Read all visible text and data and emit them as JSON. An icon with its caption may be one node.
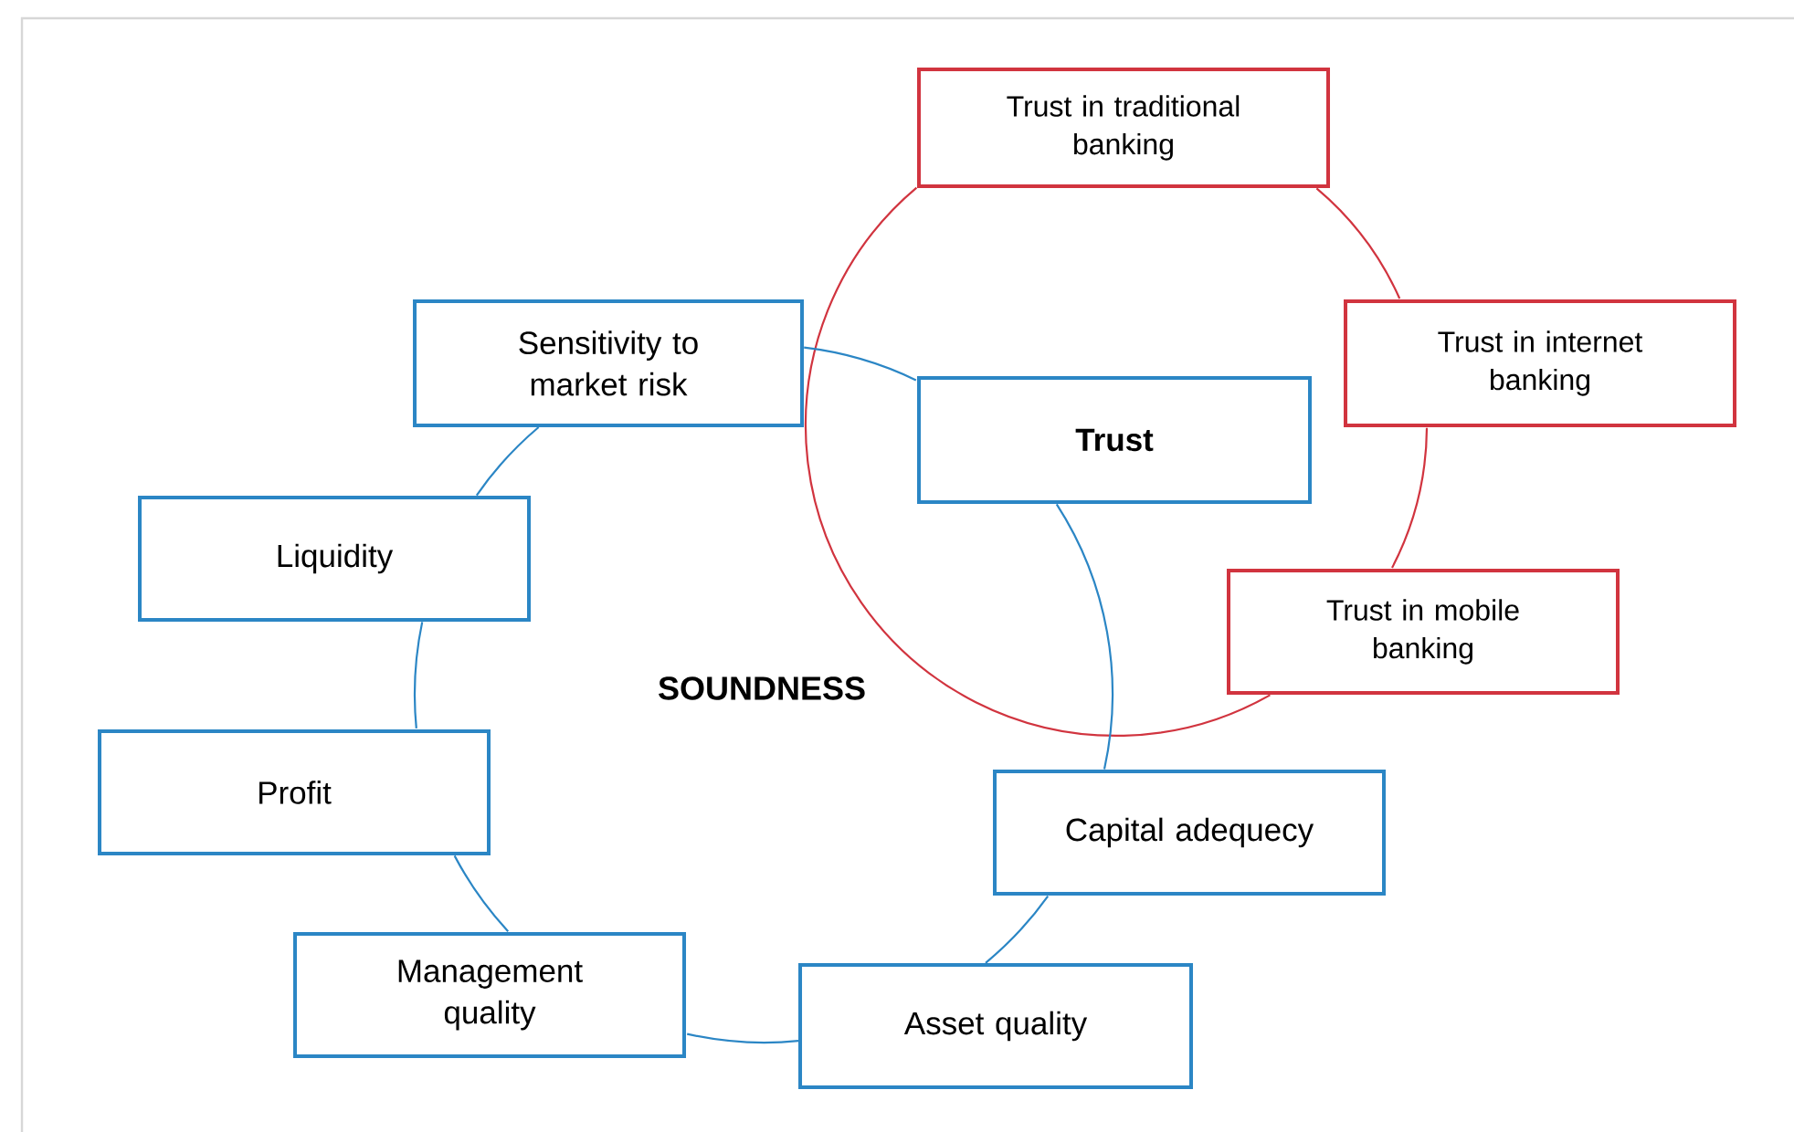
{
  "diagram": {
    "nodes": [
      {
        "text": [
          "Trust in traditional banking"
        ]
      },
      {
        "text": [
          "Sensitivity to market risk"
        ]
      },
      {
        "text": [
          "Trust"
        ]
      },
      {
        "text": [
          "Trust in internet banking"
        ]
      },
      {
        "text": [
          "Liquidity"
        ]
      },
      {
        "text": [
          "Trust in mobile banking"
        ]
      },
      {
        "text": [
          "Profit"
        ]
      },
      {
        "text": [
          "Capital adequecy"
        ]
      },
      {
        "text": [
          "Management quality"
        ]
      },
      {
        "text": [
          "Asset quality"
        ]
      }
    ],
    "edges": [
      {
        "from": 0,
        "to": 3,
        "arrow": "none",
        "color": "#d1343f"
      },
      {
        "from": 3,
        "to": 5,
        "arrow": "none",
        "color": "#d1343f"
      },
      {
        "from": 5,
        "to": 0,
        "arrow": "none",
        "color": "#d1343f"
      },
      {
        "from": 1,
        "to": 2,
        "arrow": "none"
      },
      {
        "from": 2,
        "to": 7,
        "arrow": "none"
      },
      {
        "from": 7,
        "to": 9,
        "arrow": "none"
      },
      {
        "from": 9,
        "to": 8,
        "arrow": "none"
      },
      {
        "from": 8,
        "to": 6,
        "arrow": "none"
      },
      {
        "from": 6,
        "to": 4,
        "arrow": "none"
      },
      {
        "from": 4,
        "to": 1,
        "arrow": "none"
      }
    ],
    "labels": [
      "SOUNDNESS"
    ]
  }
}
